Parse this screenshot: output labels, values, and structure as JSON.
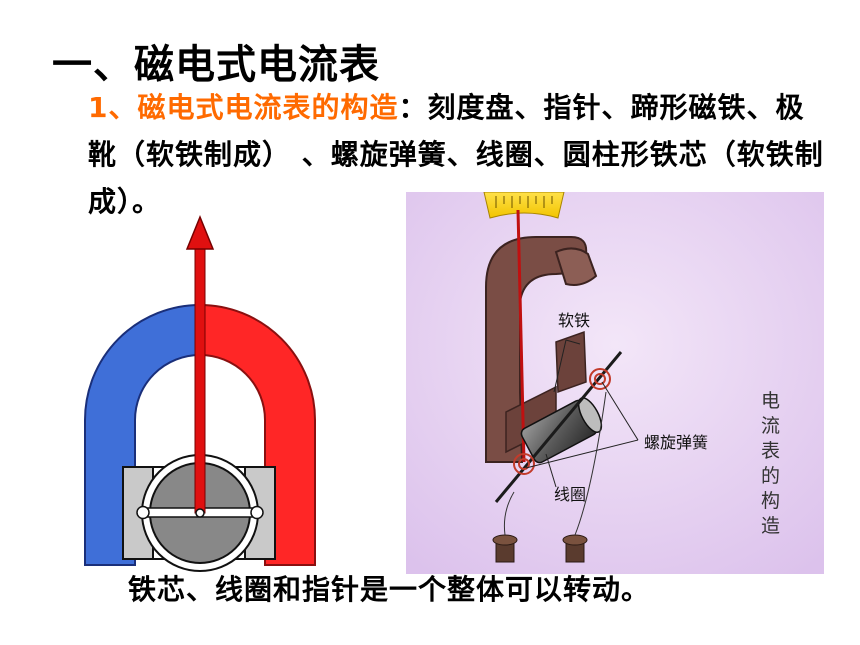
{
  "slide": {
    "heading": "一、磁电式电流表",
    "intro_prefix": "1、磁电式电流表的构造",
    "intro_body": "：刻度盘、指针、蹄形磁铁、极靴（软铁制成） 、螺旋弹簧、线圈、圆柱形铁芯（软铁制成）。",
    "caption": "铁芯、线圈和指针是一个整体可以转动。"
  },
  "photo": {
    "label_soft_iron": "软铁",
    "label_spiral_spring": "螺旋弹簧",
    "label_coil": "线圈",
    "vertical_title": [
      "电",
      "流",
      "表",
      "的",
      "构",
      "造"
    ]
  },
  "colors": {
    "accent": "#ff6a00",
    "magnet_blue": "#3f6fd8",
    "magnet_red": "#ff2626",
    "pointer_red": "#e01010",
    "photo_bg": "#e8d3f2",
    "magnet_brown": "#7a4d45"
  }
}
